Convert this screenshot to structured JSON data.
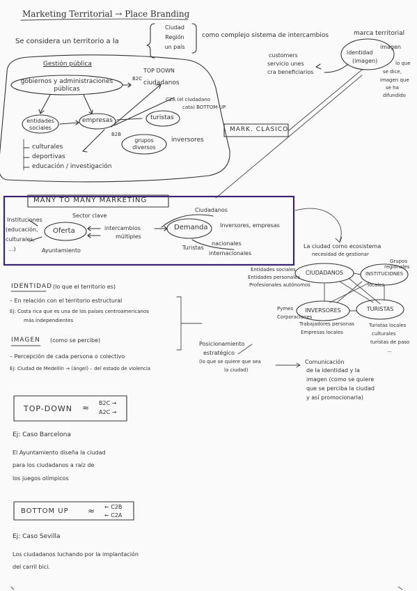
{
  "title": "Marketing Territorial → Place Branding",
  "intro": {
    "lead": "Se considera un territorio a la",
    "options": [
      "Ciudad",
      "Región",
      "un país"
    ],
    "tail": "como complejo sistema de intercambios"
  },
  "marca_territorial": {
    "label": "marca territorial",
    "identidad": "identidad",
    "imagen_tag": "(imagen)",
    "imagen": "imagen",
    "notes": [
      "lo que",
      "se dice,",
      "imagen que",
      "se ha",
      "difundido"
    ],
    "customers": [
      "customers",
      "servicio unes",
      "cra beneficiarios"
    ]
  },
  "classic": {
    "heading": "Gestión pública",
    "entities": "gobiernos y administraciones públicas",
    "top_down": "TOP DOWN",
    "b2c": "B2C",
    "ciudadanos": "ciudadanos",
    "c2a": "C2A (el ciudadano",
    "c2a_2": "cata)  BOTTOM-UP",
    "entidades": [
      "entidades",
      "sociales"
    ],
    "empresas": "empresas",
    "turistas": "turistas",
    "b2b": "B2B",
    "grupos": [
      "grupos",
      "diversos"
    ],
    "inversores": "inversores",
    "list": [
      "culturales",
      "deportivas",
      "educación / investigación"
    ],
    "box": "MARK. CLÁSICO"
  },
  "many": {
    "title": "MANY TO MANY MARKETING",
    "oferta_top": "Sector clave",
    "institucionales": [
      "Instituciones",
      "(educación,",
      "culturales,",
      "...)"
    ],
    "oferta": "Oferta",
    "ayuntamiento": "Ayuntamiento",
    "intercambios": [
      "intercambios",
      "múltiples"
    ],
    "demanda": "Demanda",
    "ciudadanos": "Ciudadanos",
    "inversores": "Inversores, empresas",
    "turistas": [
      "Turistas",
      "nacionales"
    ],
    "internacionales": "internacionales"
  },
  "network": {
    "heading": "La ciudad como ecosistema",
    "sub": "necesidad de gestionar",
    "nodes": [
      "CIUDADANOS",
      "INSTITUCIONES",
      "INVERSORES",
      "TURISTAS"
    ],
    "notes": {
      "ciud": [
        "Entidades sociales",
        "Entidades personales",
        "Profesionales autónomos"
      ],
      "inst": [
        "Grupos",
        "locales",
        "regionales"
      ],
      "inv": [
        "Pymes",
        "Corporaciones"
      ],
      "invb": [
        "Trabajadores personas",
        "Empresas locales"
      ],
      "tur": [
        "Turistas locales",
        "culturales",
        "turistas de paso",
        "..."
      ]
    }
  },
  "identidad": {
    "head": "IDENTIDAD",
    "def": "(lo que el territorio es)",
    "line1": "– En relación con el territorio estructural",
    "ej1": "Ej: Costa rica que es una de los países centroamericanos",
    "ej1b": "más independientes",
    "imagen_head": "IMAGEN",
    "imagen_def": "(como se percibe)",
    "line2": "– Percepción de cada persona o colectivo",
    "ej2": "Ej: Ciudad de Medellín → (ángel) – del estado de violencia"
  },
  "posicionamiento": {
    "p": [
      "Posicionamiento",
      "estratégico",
      "(lo que se quiere que sea",
      "la ciudad)"
    ],
    "c": [
      "Comunicación",
      "de la identidad y la",
      "imagen (como se quiere",
      "que se perciba la ciudad",
      "y así promocionarla)"
    ]
  },
  "topdown": {
    "label": "TOP-DOWN",
    "approx": "≈",
    "r1": "B2C →",
    "r2": "A2C →",
    "ej": "Ej: Caso Barcelona",
    "desc": [
      "El Ayuntamiento diseña la ciudad",
      "para los ciudadanos a raíz de",
      "los juegos olímpicos"
    ]
  },
  "bottomup": {
    "label": "BOTTOM UP",
    "approx": "≈",
    "r1": "← C2B",
    "r2": "← C2A",
    "ej": "Ej: Caso Sevilla",
    "desc": [
      "Los ciudadanos luchando por la implantación",
      "del carril bici."
    ]
  }
}
